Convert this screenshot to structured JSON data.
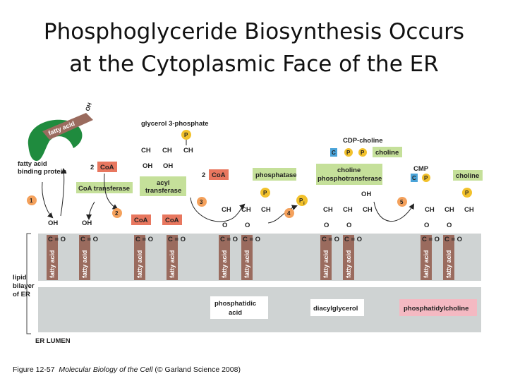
{
  "title_line1": "Phosphoglyceride Biosynthesis Occurs",
  "title_line2": "at the Cytoplasmic Face of the ER",
  "caption": {
    "figure": "Figure 12-57",
    "book": "Molecular Biology of the Cell",
    "credit": "(© Garland Science 2008)"
  },
  "labels": {
    "fatty_acid_binding_protein": [
      "fatty acid",
      "binding protein"
    ],
    "glycerol_3_phosphate": "glycerol 3-phosphate",
    "coa_transferase": "CoA transferase",
    "acyl_transferase": [
      "acyl",
      "transferase"
    ],
    "phosphatase": "phosphatase",
    "choline_phosphotransferase": [
      "choline",
      "phosphotransferase"
    ],
    "cdp_choline": "CDP-choline",
    "cmp": "CMP",
    "choline": "choline",
    "coa": "CoA",
    "two_coa": "2",
    "p": "P",
    "pi": "P",
    "pi_sub": "i",
    "c": "C",
    "fatty_acid": "fatty acid",
    "oh": "OH",
    "c_double_o": "C = O",
    "ch2": "CH",
    "ch": "CH",
    "o": "O",
    "lipid_bilayer": [
      "lipid",
      "bilayer",
      "of ER"
    ],
    "er_lumen": "ER LUMEN",
    "phosphatidic_acid": [
      "phosphatidic",
      "acid"
    ],
    "diacylglycerol": "diacylglycerol",
    "phosphatidylcholine": "phosphatidylcholine",
    "steps": [
      "1",
      "2",
      "3",
      "4",
      "5"
    ]
  },
  "colors": {
    "membrane": "#cfd3d3",
    "fatty_acid_brown": "#9a6b5e",
    "coa_red": "#e8775f",
    "enzyme_green": "#c5e09a",
    "phosphate_yellow": "#f2c12b",
    "cytidine_blue": "#4aa3d8",
    "protein_green": "#1f8b3e",
    "step_orange": "#f4a15c",
    "pc_pink": "#f4b9c2"
  }
}
